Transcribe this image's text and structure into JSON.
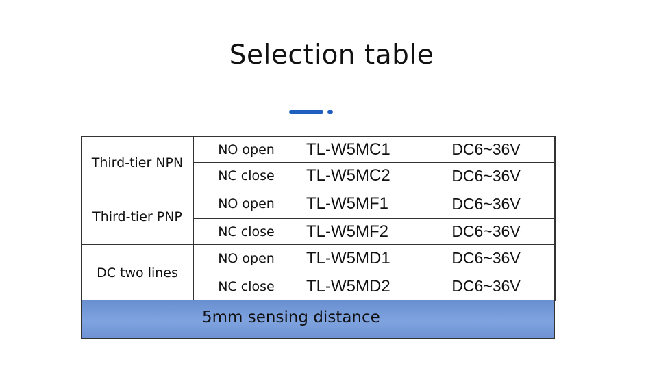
{
  "title": "Selection table",
  "colors": {
    "accent": "#1f5fbf",
    "band": "#7ea3df",
    "border": "#333333"
  },
  "table": {
    "groups": [
      {
        "name": "Third-tier NPN",
        "rows": [
          {
            "mode": "NO open",
            "model": "TL-W5MC1",
            "voltage": "DC6~36V"
          },
          {
            "mode": "NC close",
            "model": "TL-W5MC2",
            "voltage": "DC6~36V"
          }
        ]
      },
      {
        "name": "Third-tier PNP",
        "rows": [
          {
            "mode": "NO open",
            "model": "TL-W5MF1",
            "voltage": "DC6~36V"
          },
          {
            "mode": "NC close",
            "model": "TL-W5MF2",
            "voltage": "DC6~36V"
          }
        ]
      },
      {
        "name": "DC two lines",
        "rows": [
          {
            "mode": "NO open",
            "model": "TL-W5MD1",
            "voltage": "DC6~36V"
          },
          {
            "mode": "NC close",
            "model": "TL-W5MD2",
            "voltage": "DC6~36V"
          }
        ]
      }
    ]
  },
  "footer": {
    "text": "5mm sensing distance"
  }
}
